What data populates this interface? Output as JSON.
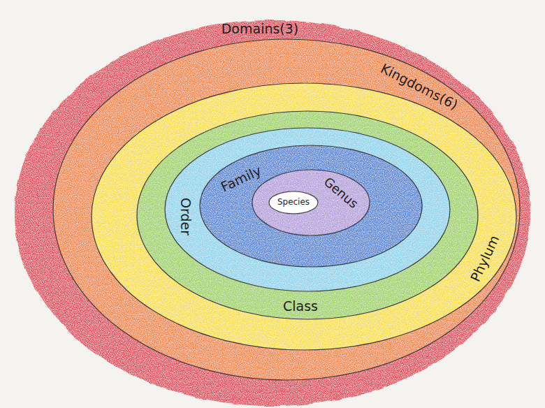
{
  "diagram": {
    "nodes": [
      {
        "text": [
          "Domains(3)"
        ]
      },
      {
        "text": [
          "Kingdoms(6)"
        ],
        "in": 0
      },
      {
        "text": [
          "Phylum"
        ],
        "in": 1
      },
      {
        "text": [
          "Class"
        ],
        "in": 2
      },
      {
        "text": [
          "Order"
        ],
        "in": 3
      },
      {
        "text": [
          "Family"
        ],
        "in": 4
      },
      {
        "text": [
          "Genus"
        ],
        "in": 5
      },
      {
        "text": [
          "Species"
        ],
        "in": 6
      }
    ]
  }
}
